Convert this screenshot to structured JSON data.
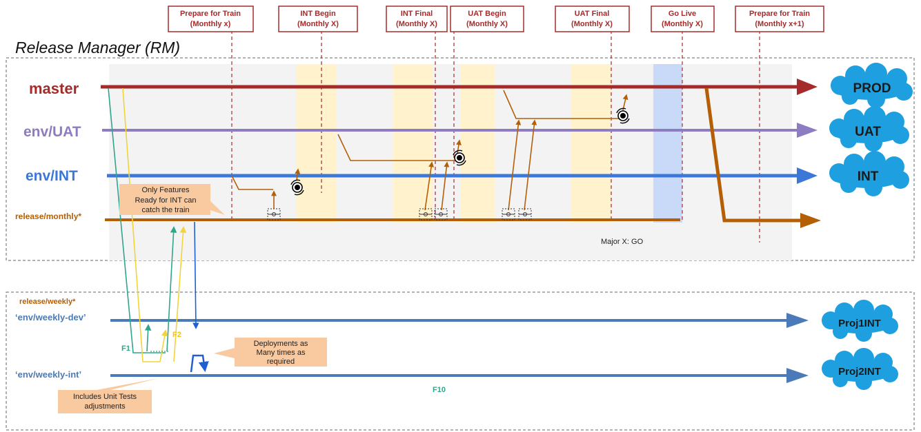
{
  "title": "Release Manager (RM)",
  "milestones": [
    {
      "line1": "Prepare for Train",
      "line2": "(Monthly x)"
    },
    {
      "line1": "INT Begin",
      "line2": "(Monthly X)"
    },
    {
      "line1": "INT Final",
      "line2": "(Monthly X)"
    },
    {
      "line1": "UAT Begin",
      "line2": "(Monthly X)"
    },
    {
      "line1": "UAT Final",
      "line2": "(Monthly X)"
    },
    {
      "line1": "Go Live",
      "line2": "(Monthly X)"
    },
    {
      "line1": "Prepare for Train",
      "line2": "(Monthly x+1)"
    }
  ],
  "lanes": {
    "master": "master",
    "uat": "env/UAT",
    "int": "env/INT",
    "release_monthly": "release/monthly*",
    "release_weekly": "release/weekly*",
    "weekly_dev": "‘env/weekly-dev’",
    "weekly_int": "‘env/weekly-int’"
  },
  "clouds": {
    "prod": "PROD",
    "uat": "UAT",
    "int": "INT",
    "proj1": "Proj1INT",
    "proj2": "Proj2INT"
  },
  "notes": {
    "features_1": "Only Features",
    "features_2": "Ready for INT can",
    "features_3": "catch the train",
    "deploy_1": "Deployments as",
    "deploy_2": "Many times as",
    "deploy_3": "required",
    "unit_1": "Includes Unit Tests",
    "unit_2": "adjustments"
  },
  "labels": {
    "major_go": "Major X: GO",
    "f1": "F1",
    "f2": "F2",
    "f10": "F10"
  },
  "colors": {
    "master": "#a52a2a",
    "uat": "#8e7cc3",
    "int": "#3c78d8",
    "release": "#b45f06",
    "weekly": "#4a7ab8",
    "cloud": "#1ea0e0",
    "green": "#2fa58b",
    "yellow": "#f2d43a",
    "band_yellow": "#fff2cc",
    "band_blue": "#c9daf8",
    "note": "#f9c9a0"
  },
  "icons": [
    "deploy-cycle-icon",
    "checkout-icon",
    "arrow-right-icon",
    "cloud-icon"
  ]
}
